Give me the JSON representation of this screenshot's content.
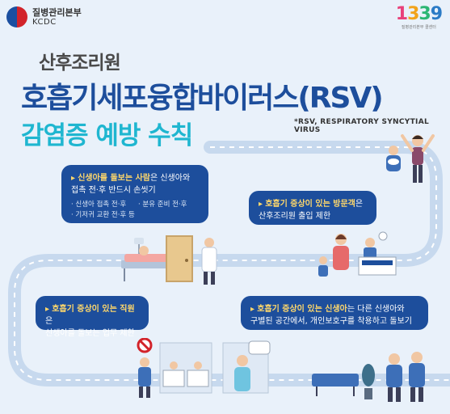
{
  "header": {
    "org_ko": "질병관리본부",
    "org_en": "KCDC",
    "hotline_digits": [
      "1",
      "3",
      "3",
      "9"
    ],
    "hotline_sub": "질병관리본부 콜센터"
  },
  "title": {
    "line1": "산후조리원",
    "line2": "호흡기세포융합바이러스(RSV)",
    "line3": "감염증 예방 수칙",
    "note": "*RSV, RESPIRATORY SYNCYTIAL VIRUS"
  },
  "cards": {
    "caregivers": {
      "highlight": "신생아를 돌보는 사람",
      "text": "은 신생아와",
      "line2": "접촉 전·후 반드시 손씻기",
      "bullets": [
        "신생아 접촉 전·후",
        "분유 준비 전·후",
        "기저귀 교환 전·후 등"
      ]
    },
    "visitors": {
      "highlight": "호흡기 증상이 있는 방문객",
      "text": "은",
      "line2": "산후조리원 출입 제한"
    },
    "staff": {
      "highlight": "호흡기 증상이 있는 직원",
      "text": "은",
      "line2": "신생아를 돌보는 업무 제한"
    },
    "newborns": {
      "highlight": "호흡기 증상이 있는 신생아",
      "text": "는 다른 신생아와",
      "line2": "구별된 공간에서, 개인보호구를 착용하고 돌보기"
    }
  },
  "colors": {
    "background": "#e9f1fa",
    "navy": "#1d4e9c",
    "cyan": "#1fb6d0",
    "highlight": "#ffd86b",
    "road": "#c7d9ee"
  }
}
